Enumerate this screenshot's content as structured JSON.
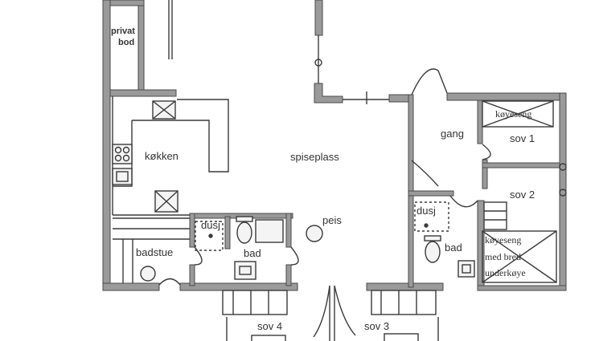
{
  "rooms": {
    "privat_bod_line1": "privat",
    "privat_bod_line2": "bod",
    "kokken": "køkken",
    "spiseplass": "spiseplass",
    "gang": "gang",
    "sov1": "sov 1",
    "sov2": "sov 2",
    "sov3": "sov 3",
    "sov4": "sov 4",
    "badstue": "badstue",
    "bad_left": "bad",
    "bad_right": "bad",
    "dusj_left": "dusj",
    "dusj_right": "dusj",
    "peis": "peis"
  },
  "furniture": {
    "koyeseng_top": "køyeseng",
    "koyeseng_bottom_line1": "køyeseng",
    "koyeseng_bottom_line2": "med bred",
    "koyeseng_bottom_line3": "underkøye"
  },
  "colors": {
    "wall_fill": "#9a9a9a",
    "wall_stroke": "#4a4a4a",
    "line": "#3a3a3a",
    "fixture_fill": "#f4f4f4"
  }
}
